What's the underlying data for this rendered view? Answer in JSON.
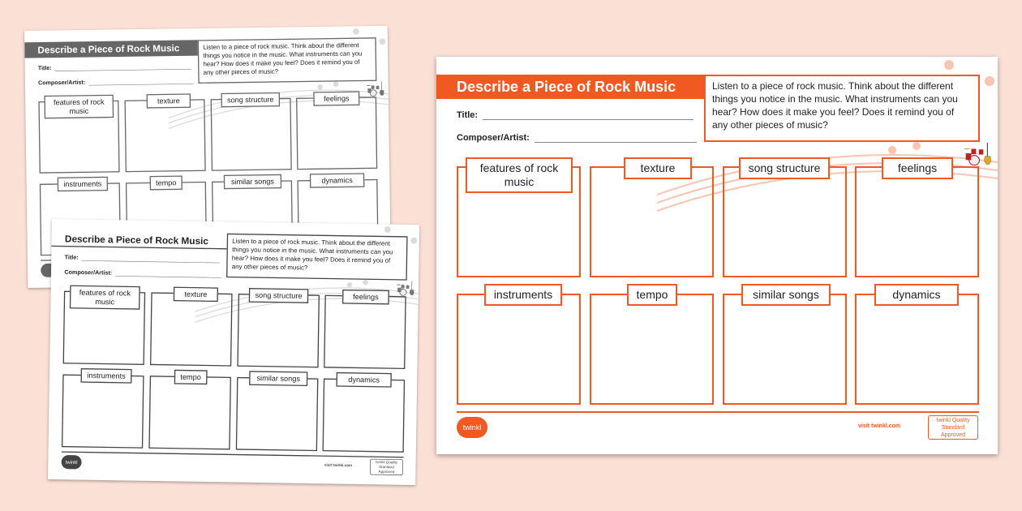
{
  "worksheet": {
    "title": "Describe a Piece of Rock Music",
    "instructions": "Listen to a piece of rock music. Think about the different things you notice in the music. What instruments can you hear? How does it make you feel? Does it remind you of any other pieces of music?",
    "title_field_label": "Title:",
    "composer_field_label": "Composer/Artist:",
    "sections": [
      {
        "label": "features of rock music"
      },
      {
        "label": "texture"
      },
      {
        "label": "song structure"
      },
      {
        "label": "feelings"
      },
      {
        "label": "instruments"
      },
      {
        "label": "tempo"
      },
      {
        "label": "similar songs"
      },
      {
        "label": "dynamics"
      }
    ],
    "logo": "twinkl",
    "footer_link": "visit twinkl.com",
    "badge": "twinkl Quality Standard Approved"
  },
  "variants": [
    {
      "name": "greyscale-header",
      "accent": "#666666"
    },
    {
      "name": "black-and-white",
      "accent": "#444444"
    },
    {
      "name": "colour",
      "accent": "#f05a22"
    }
  ],
  "background": "#fbe0d6"
}
